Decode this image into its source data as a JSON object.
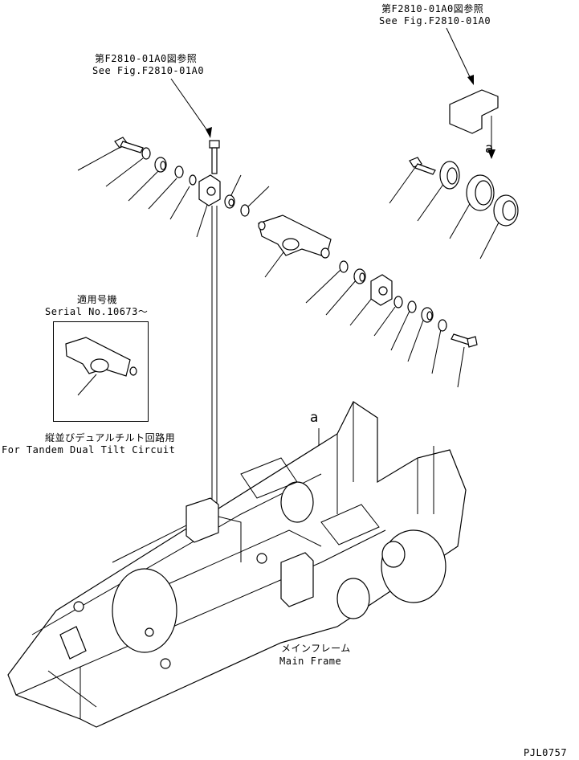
{
  "labels": {
    "ref_top_right_jp": "第F2810-01A0図参照",
    "ref_top_right_en": "See Fig.F2810-01A0",
    "ref_top_left_jp": "第F2810-01A0図参照",
    "ref_top_left_en": "See Fig.F2810-01A0",
    "serial_jp": "適用号機",
    "serial_en": "Serial No.10673～",
    "tandem_jp": "縦並びデュアルチルト回路用",
    "tandem_en": "For Tandem Dual Tilt Circuit",
    "main_frame_jp": "メインフレーム",
    "main_frame_en": "Main Frame",
    "marker_a_top": "a",
    "marker_a_frame": "a",
    "figure_code": "PJL0757"
  }
}
